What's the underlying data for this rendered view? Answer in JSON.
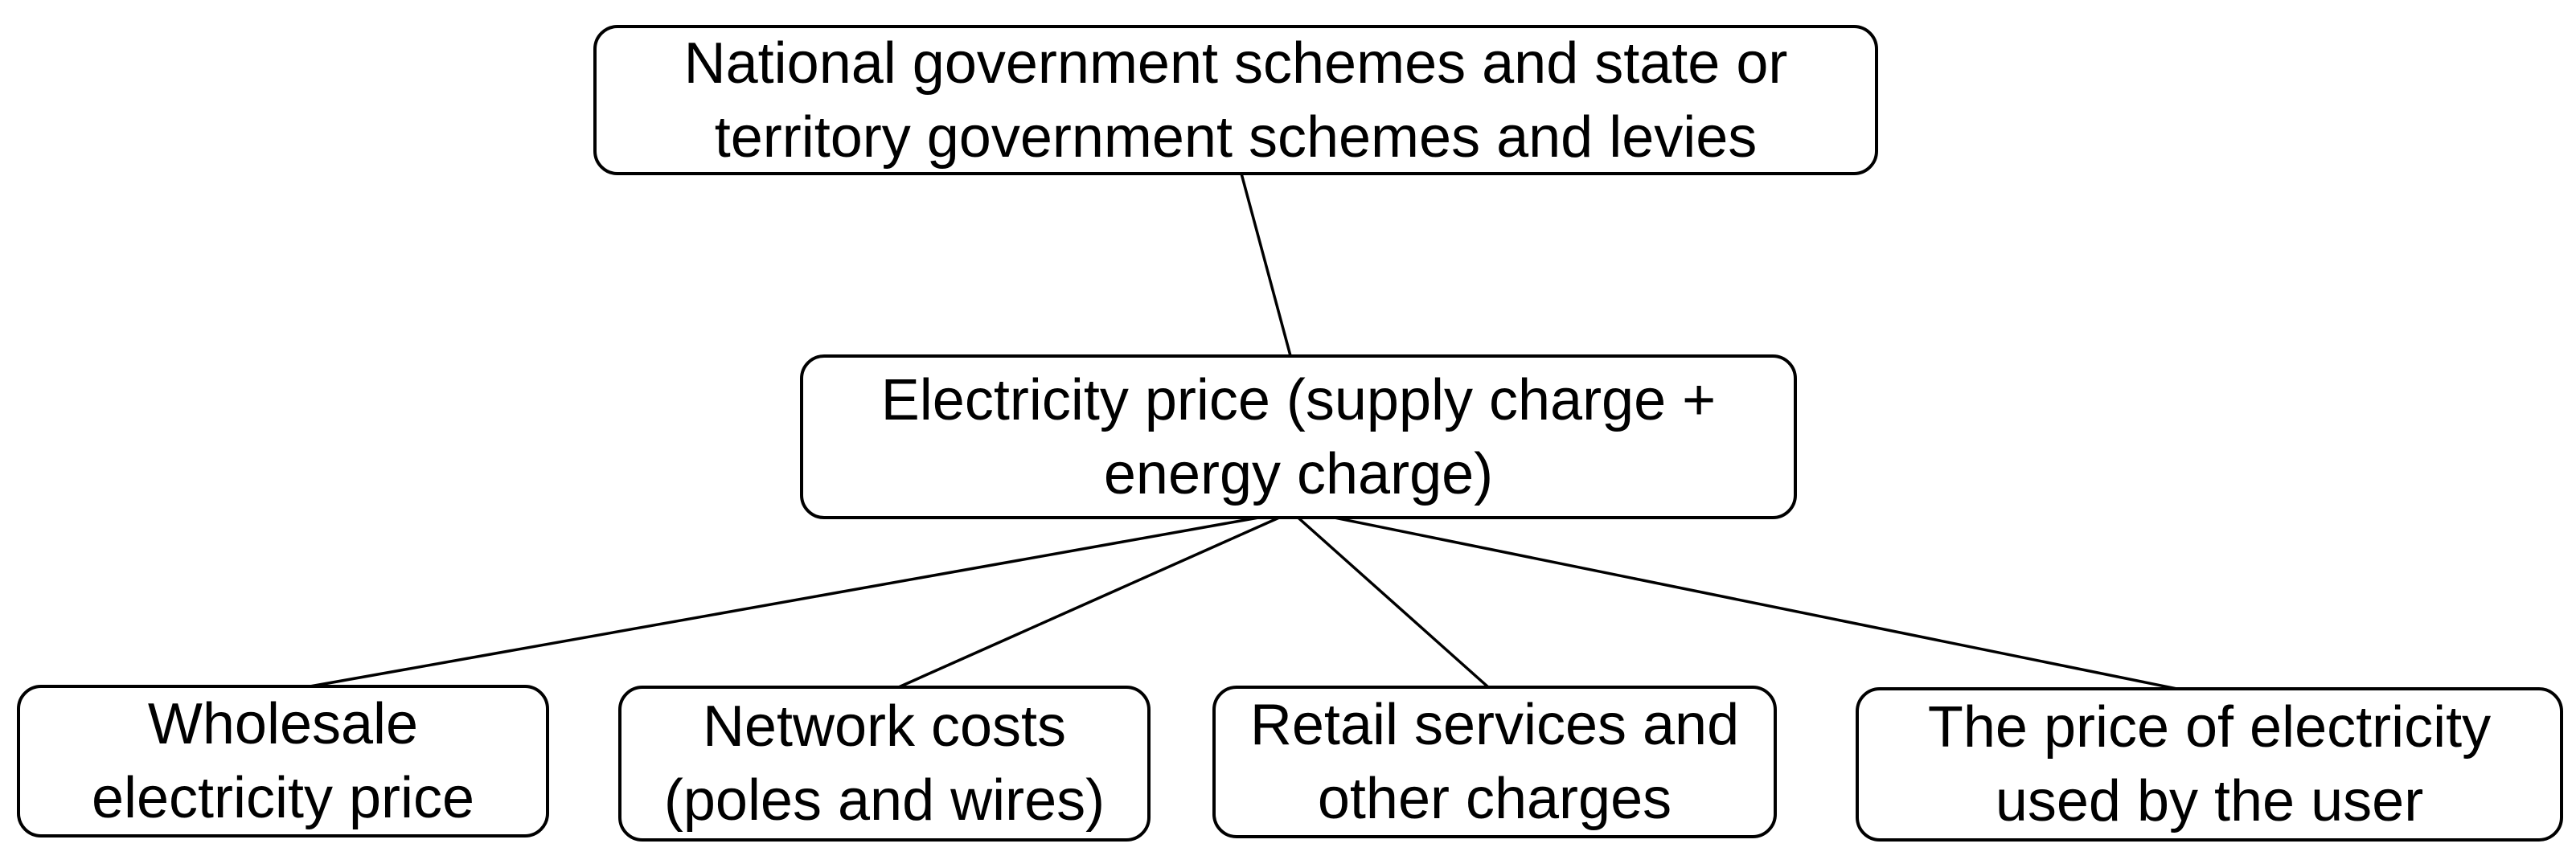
{
  "diagram": {
    "background_color": "#ffffff",
    "node_fill_color": "#ffffff",
    "node_border_color": "#000000",
    "edge_color": "#000000",
    "text_color": "#000000",
    "nodes": [
      {
        "id": "government-schemes",
        "lines": [
          "National government schemes and state or",
          "territory government schemes and levies"
        ]
      },
      {
        "id": "electricity-price",
        "lines": [
          "Electricity price (supply charge +",
          "energy charge)"
        ]
      },
      {
        "id": "wholesale-price",
        "lines": [
          "Wholesale",
          "electricity price"
        ]
      },
      {
        "id": "network-costs",
        "lines": [
          "Network costs",
          "(poles and wires)"
        ]
      },
      {
        "id": "retail-services",
        "lines": [
          "Retail services and",
          "other charges"
        ]
      },
      {
        "id": "user-price",
        "lines": [
          "The price of electricity",
          "used by the user"
        ]
      }
    ],
    "edges": [
      {
        "from": "government-schemes",
        "to": "electricity-price"
      },
      {
        "from": "electricity-price",
        "to": "wholesale-price"
      },
      {
        "from": "electricity-price",
        "to": "network-costs"
      },
      {
        "from": "electricity-price",
        "to": "retail-services"
      },
      {
        "from": "electricity-price",
        "to": "user-price"
      }
    ]
  }
}
